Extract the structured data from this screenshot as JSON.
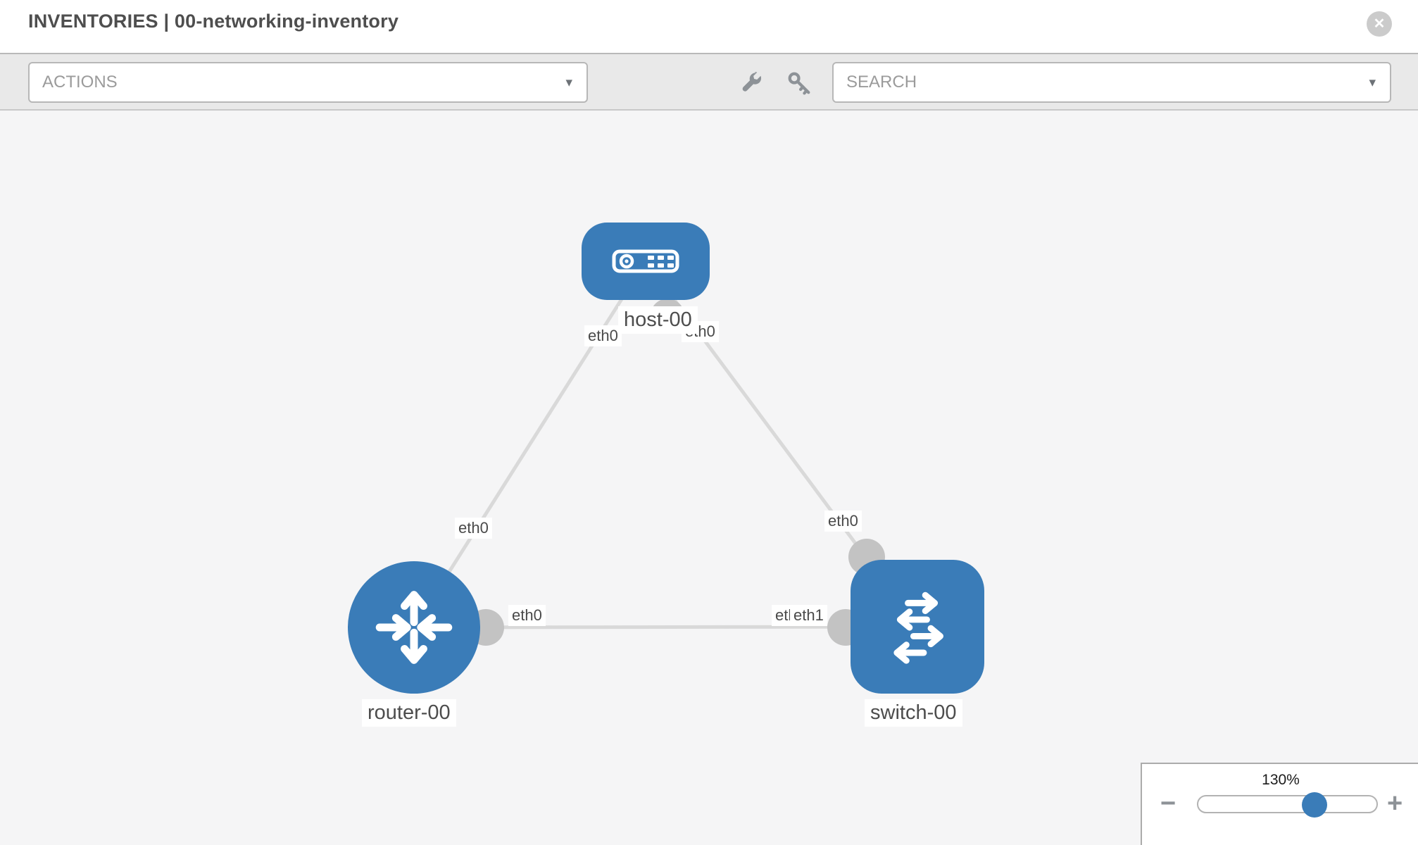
{
  "header": {
    "title": "INVENTORIES | 00-networking-inventory"
  },
  "toolbar": {
    "actions_label": "ACTIONS",
    "search_placeholder": "SEARCH"
  },
  "icons": {
    "caret_down": "▾",
    "close": "✕",
    "wrench": "wrench-icon",
    "key": "key-icon"
  },
  "colors": {
    "node_blue": "#3a7cb8",
    "link_gray": "#d9d9d9",
    "dot_gray": "#c3c3c3",
    "canvas_bg": "#f5f5f6",
    "toolbar_bg": "#e9e9e9"
  },
  "topology": {
    "nodes": [
      {
        "id": "host-00",
        "type": "host",
        "label": "host-00"
      },
      {
        "id": "router-00",
        "type": "router",
        "label": "router-00"
      },
      {
        "id": "switch-00",
        "type": "switch",
        "label": "switch-00"
      }
    ],
    "links": [
      {
        "from": "host-00",
        "to": "router-00",
        "from_interface": "eth0",
        "to_interface": "eth0"
      },
      {
        "from": "host-00",
        "to": "switch-00",
        "from_interface": "eth0",
        "to_interface": "eth0"
      },
      {
        "from": "router-00",
        "to": "switch-00",
        "from_interface": "eth0",
        "to_interface": "eth1"
      }
    ]
  },
  "zoom_control": {
    "value": "130%",
    "percent": 130,
    "minus_label": "−",
    "plus_label": "+"
  }
}
